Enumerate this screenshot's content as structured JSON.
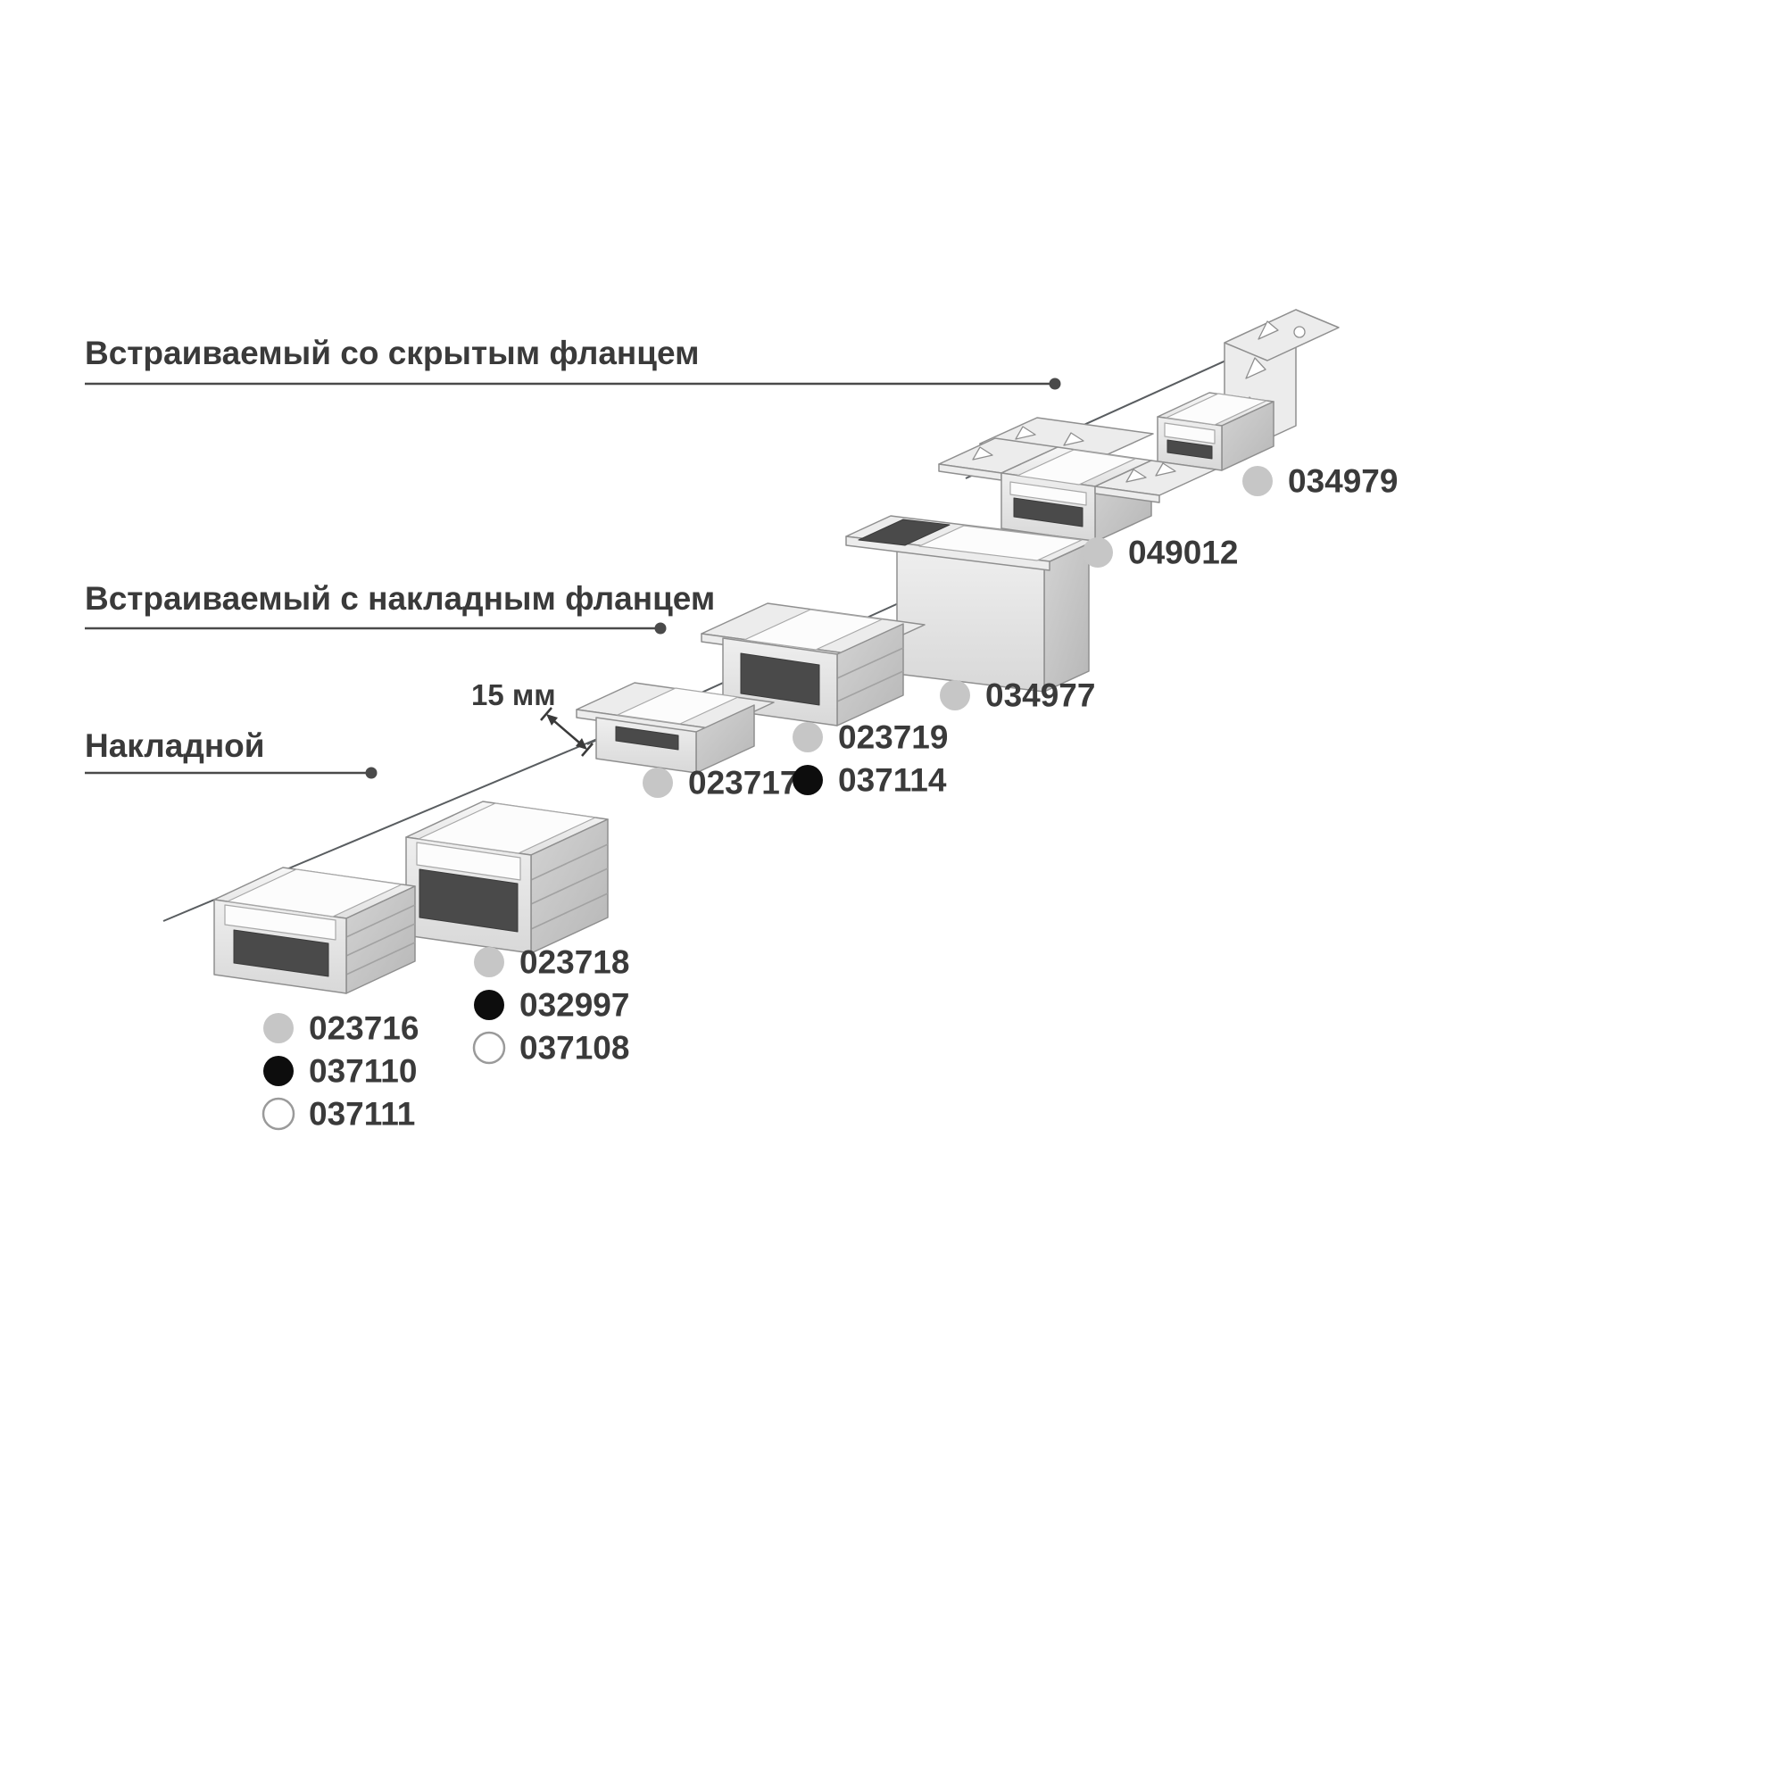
{
  "categories": [
    {
      "label": "Встраиваемый со скрытым фланцем"
    },
    {
      "label": "Встраиваемый с накладным фланцем"
    },
    {
      "label": "Накладной"
    }
  ],
  "dimension_label": "15 мм",
  "colors": {
    "text": "#3a3a3a",
    "line": "#4a4a4a",
    "dot_gray": "#c6c6c6",
    "dot_black": "#0d0d0d",
    "dot_white": "#ffffff"
  },
  "groups": [
    {
      "name": "surface-low-profile",
      "codes": [
        {
          "code": "023716",
          "variant": "gray"
        },
        {
          "code": "037110",
          "variant": "black"
        },
        {
          "code": "037111",
          "variant": "white"
        }
      ]
    },
    {
      "name": "surface-high-profile",
      "codes": [
        {
          "code": "023718",
          "variant": "gray"
        },
        {
          "code": "032997",
          "variant": "black"
        },
        {
          "code": "037108",
          "variant": "white"
        }
      ]
    },
    {
      "name": "recessed-low-flange",
      "codes": [
        {
          "code": "023717",
          "variant": "gray"
        }
      ]
    },
    {
      "name": "recessed-high-flange",
      "codes": [
        {
          "code": "023719",
          "variant": "gray"
        },
        {
          "code": "037114",
          "variant": "black"
        }
      ]
    },
    {
      "name": "recessed-deep",
      "codes": [
        {
          "code": "034977",
          "variant": "gray"
        }
      ]
    },
    {
      "name": "hidden-flange",
      "codes": [
        {
          "code": "049012",
          "variant": "gray"
        }
      ]
    },
    {
      "name": "hidden-flange-corner",
      "codes": [
        {
          "code": "034979",
          "variant": "gray"
        }
      ]
    }
  ]
}
